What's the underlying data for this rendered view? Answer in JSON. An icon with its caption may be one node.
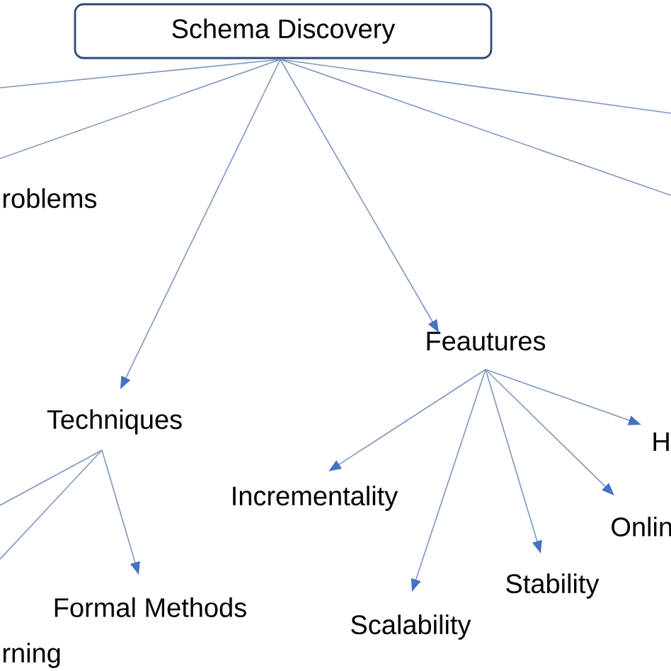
{
  "diagram": {
    "nodes": [
      {
        "text": [
          "Schema Discovery"
        ]
      },
      {
        "text": [
          "roblems"
        ]
      },
      {
        "text": [
          "Techniques"
        ]
      },
      {
        "text": [
          "Feautures"
        ]
      },
      {
        "text": [
          "Formal Methods"
        ]
      },
      {
        "text": [
          "rning"
        ]
      },
      {
        "text": [
          "Incrementality"
        ]
      },
      {
        "text": [
          "Scalability"
        ]
      },
      {
        "text": [
          "Stability"
        ]
      },
      {
        "text": [
          "Onlin"
        ]
      },
      {
        "text": [
          "H"
        ]
      }
    ],
    "edges": [
      {
        "from": 0,
        "to": null,
        "arrow": "none"
      },
      {
        "from": 0,
        "to": 1,
        "arrow": "none"
      },
      {
        "from": 0,
        "to": 2,
        "arrow": "to"
      },
      {
        "from": 0,
        "to": 3,
        "arrow": "to"
      },
      {
        "from": 0,
        "to": null,
        "arrow": "none"
      },
      {
        "from": 0,
        "to": null,
        "arrow": "none"
      },
      {
        "from": 2,
        "to": null,
        "arrow": "none"
      },
      {
        "from": 2,
        "to": null,
        "arrow": "none"
      },
      {
        "from": 2,
        "to": 4,
        "arrow": "to"
      },
      {
        "from": 3,
        "to": 6,
        "arrow": "to"
      },
      {
        "from": 3,
        "to": 7,
        "arrow": "to"
      },
      {
        "from": 3,
        "to": 8,
        "arrow": "to"
      },
      {
        "from": 3,
        "to": 9,
        "arrow": "to"
      },
      {
        "from": 3,
        "to": 10,
        "arrow": "to"
      }
    ]
  }
}
